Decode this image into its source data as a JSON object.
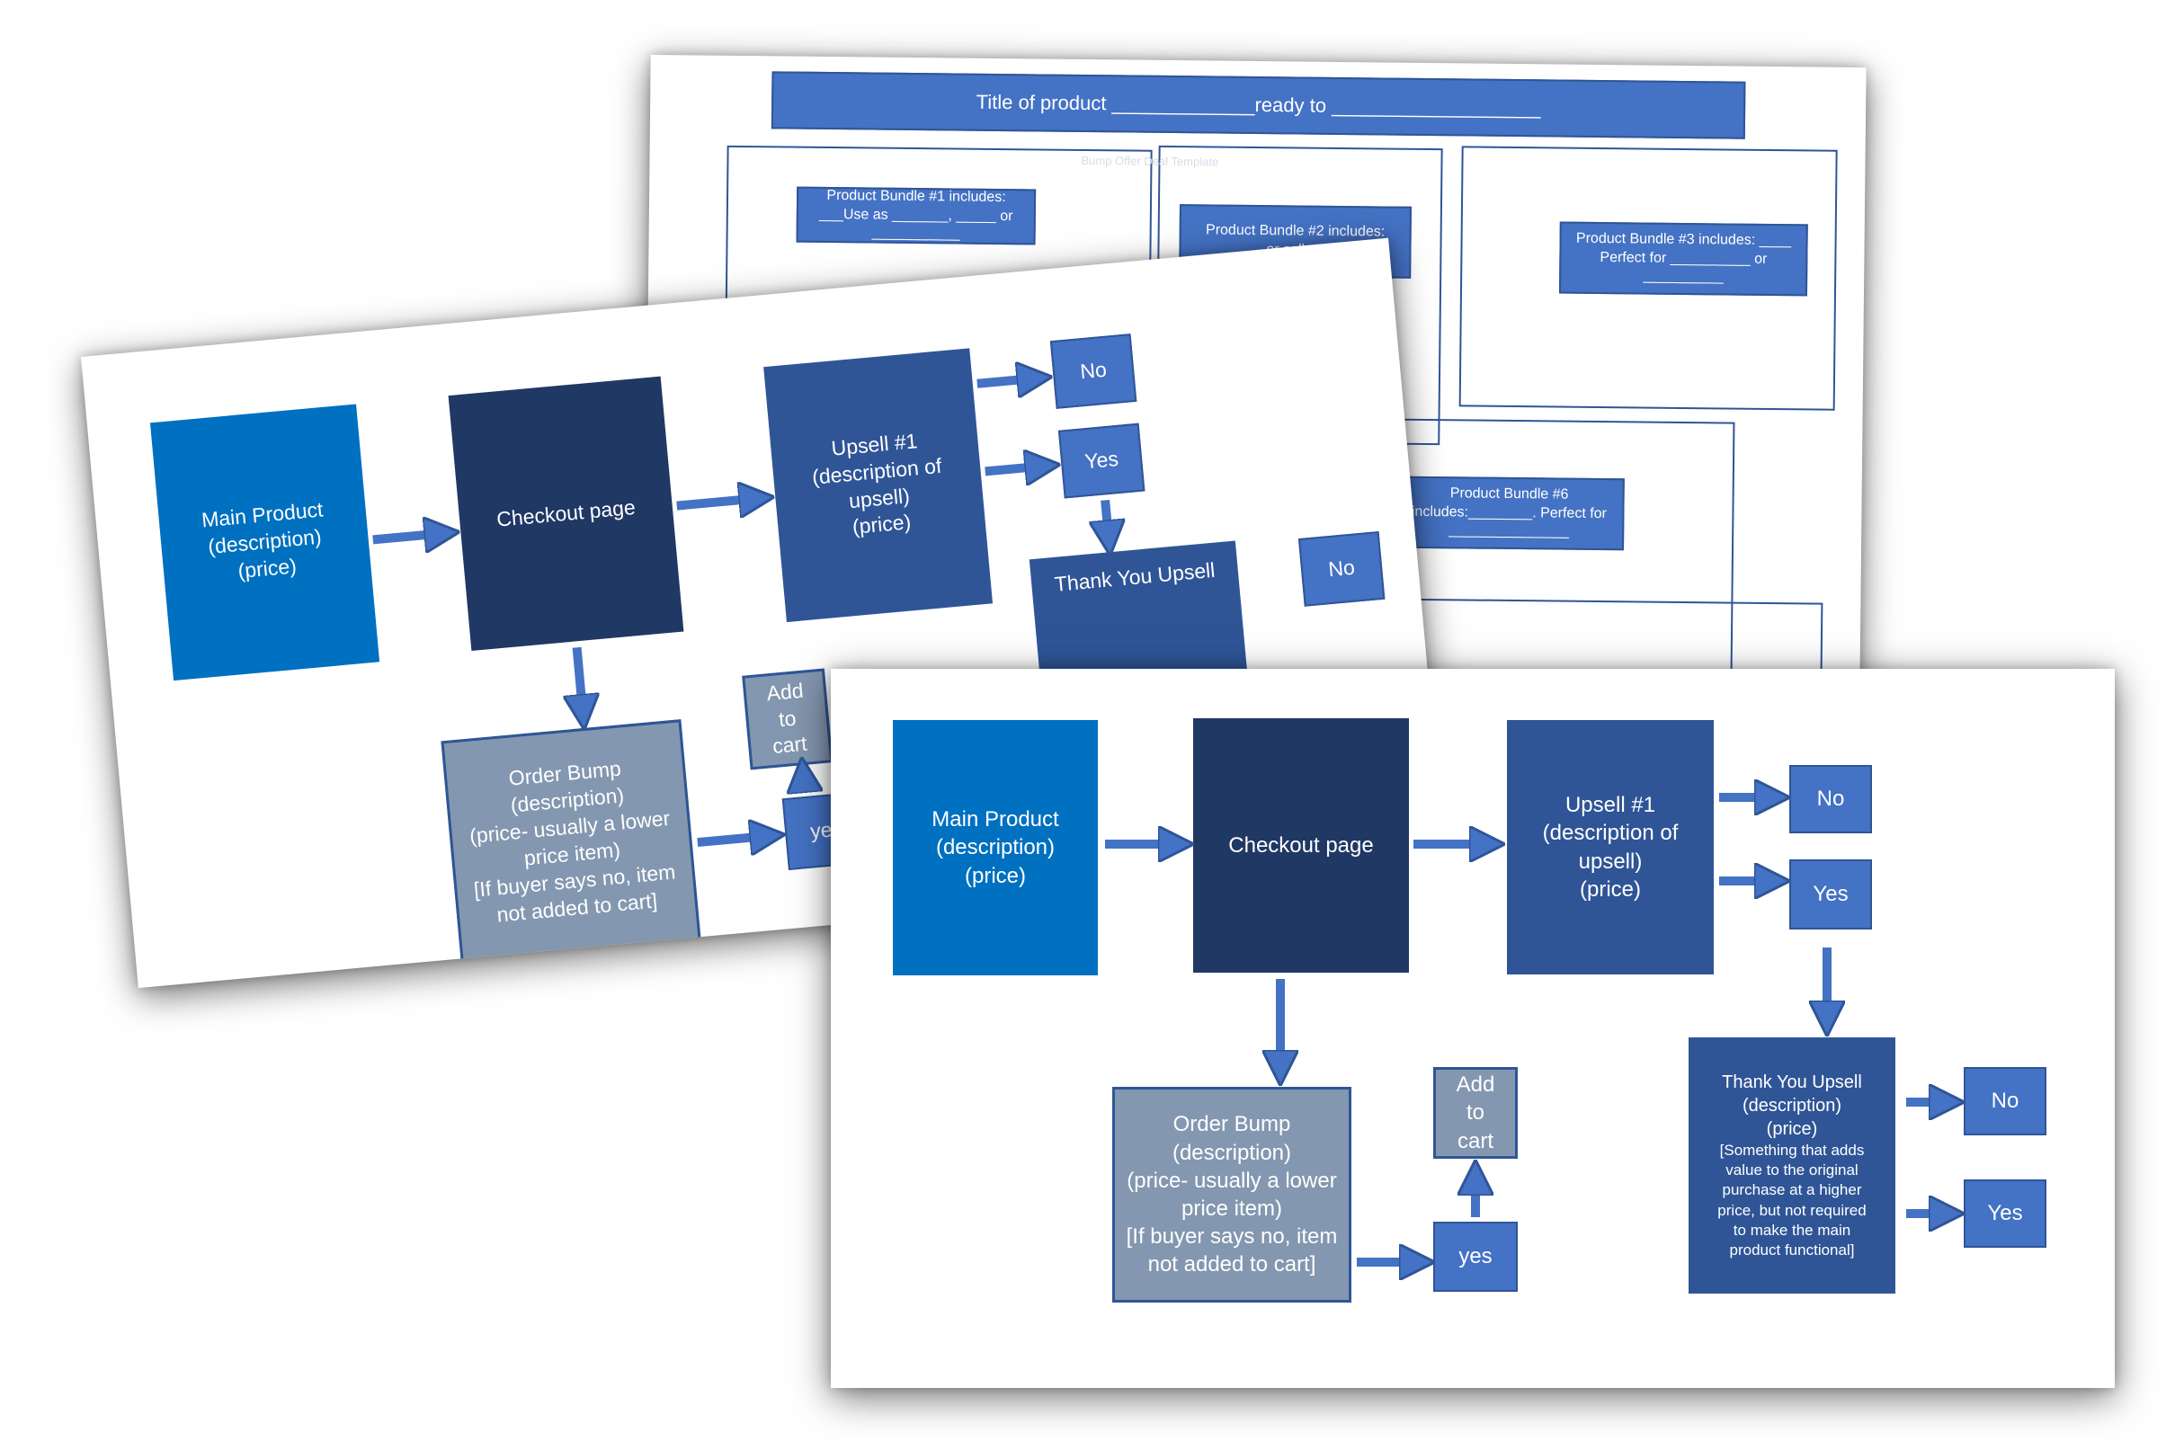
{
  "template": {
    "title": "Title of product _____________ready to ___________________",
    "faded_label": "Bump Offer Deal Template",
    "bundle1": "Product Bundle #1 includes: ___Use as _______, _____ or ___________",
    "bundle2": "Product Bundle #2 includes: ____ or sell as ____",
    "bundle3": "Product Bundle #3 includes: ____ Perfect for __________ or __________",
    "bundle6": "Product Bundle #6 includes:________. Perfect for _______________"
  },
  "flow": {
    "main_product": [
      "Main Product",
      "(description)",
      "(price)"
    ],
    "checkout": "Checkout page",
    "upsell1": [
      "Upsell #1",
      "(description of",
      "upsell)",
      "(price)"
    ],
    "no": "No",
    "yes": "Yes",
    "order_bump": [
      "Order Bump",
      "(description)",
      "(price- usually a lower",
      "price item)",
      "[If buyer says no, item",
      "not added to cart]"
    ],
    "yes_lower": "yes",
    "add_to_cart": [
      "Add",
      "to",
      "cart"
    ],
    "thank_you_upsell": [
      "Thank You Upsell",
      "(description)",
      "(price)"
    ],
    "thank_you_note": [
      "[Something that adds",
      "value to the original",
      "purchase at a higher",
      "price, but not required",
      "to make the main",
      "product functional]"
    ]
  },
  "colors": {
    "main": "#0070c0",
    "checkout": "#203864",
    "upsell": "#2f5597",
    "choice": "#4472c4",
    "bump": "#8497b0",
    "arrow": "#4472c4"
  }
}
